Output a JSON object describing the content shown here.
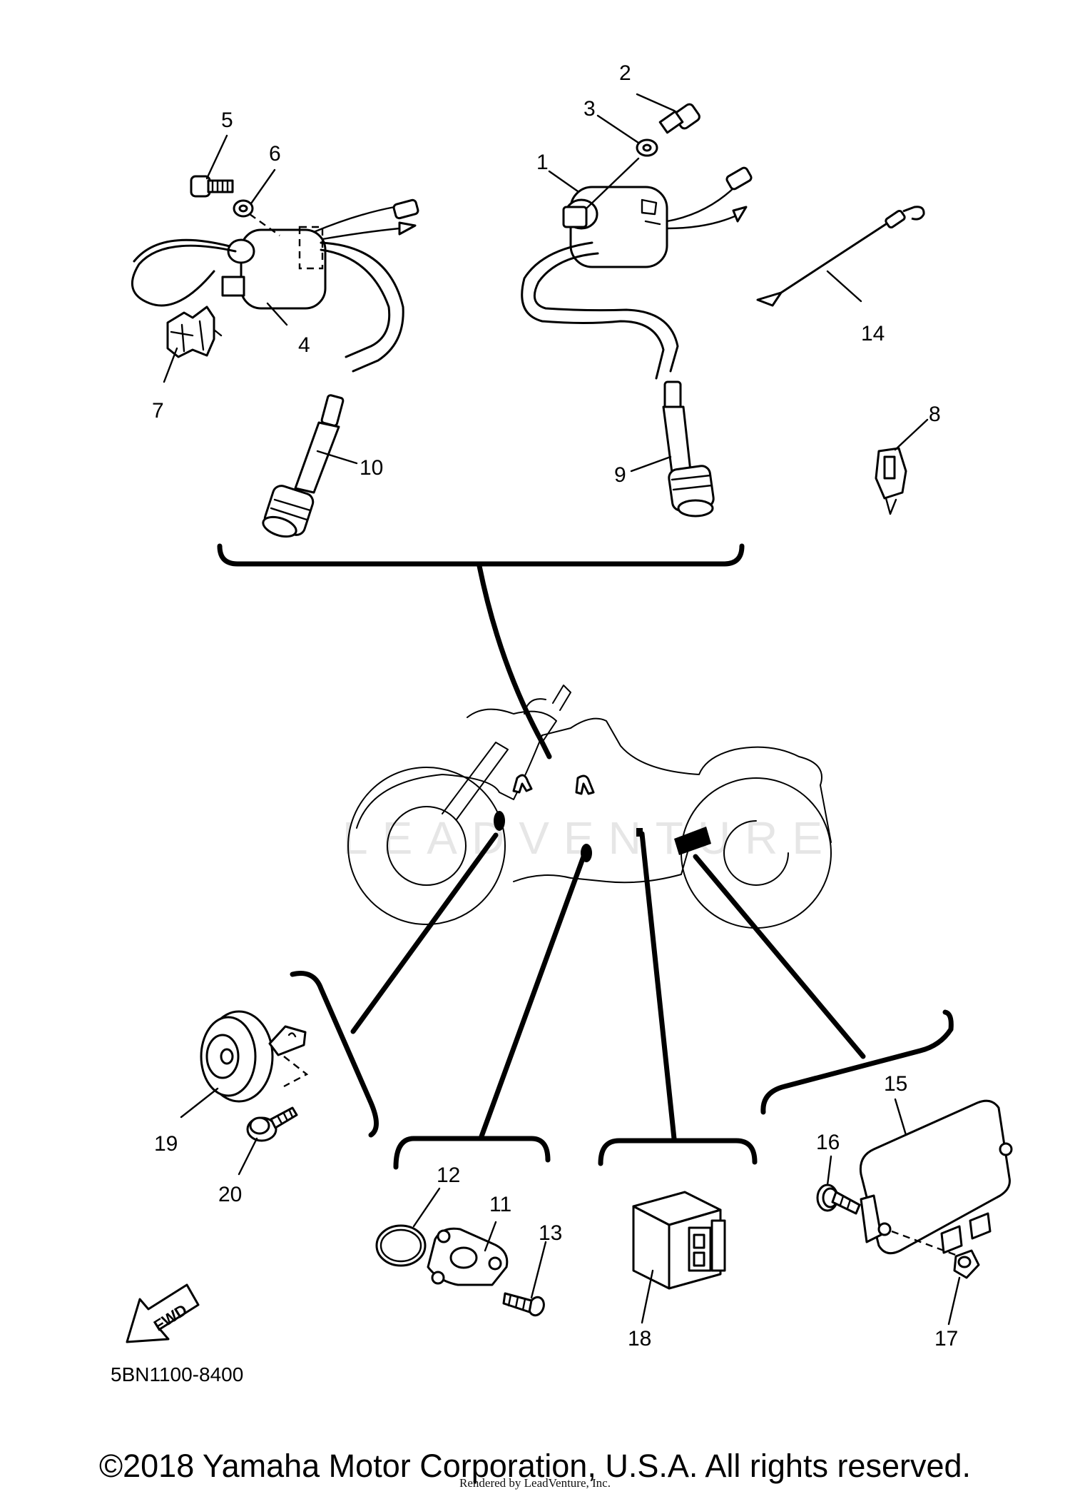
{
  "callouts": {
    "c1": "1",
    "c2": "2",
    "c3": "3",
    "c4": "4",
    "c5": "5",
    "c6": "6",
    "c7": "7",
    "c8": "8",
    "c9": "9",
    "c10": "10",
    "c11": "11",
    "c12": "12",
    "c13": "13",
    "c14": "14",
    "c15": "15",
    "c16": "16",
    "c17": "17",
    "c18": "18",
    "c19": "19",
    "c20": "20"
  },
  "fwd_label": "FWD",
  "diagram_code": "5BN1100-8400",
  "watermark": "LEADVENTURE",
  "copyright": "©2018 Yamaha Motor Corporation, U.S.A. All rights reserved.",
  "rendered_by": "Rendered by LeadVenture, Inc."
}
